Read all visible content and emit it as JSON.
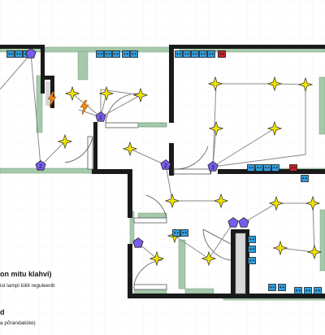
{
  "legend": {
    "line1": "on mitu klahvi)",
    "line2": "ist lampi lüliti reguleerib",
    "line3": "d",
    "line4": "a põrandaküte)"
  },
  "switch_labels": [
    "2",
    "2",
    "2",
    "3"
  ],
  "socket_glyph": "▪▪",
  "icons": {
    "light": "light-star-icon",
    "switch": "switch-pentagon-icon",
    "socket": "socket-icon",
    "special_socket": "special-socket-icon",
    "heating": "lightning-icon"
  },
  "colors": {
    "wall": "#1a1a1a",
    "window": "#a6c9ac",
    "socket": "#2f9fe0",
    "special_socket": "#c8202a",
    "light": "#f0e400",
    "switch": "#7a5cf0",
    "wire": "#8a8a8a",
    "heating": "#f08a1c",
    "grid": "#ececec"
  }
}
